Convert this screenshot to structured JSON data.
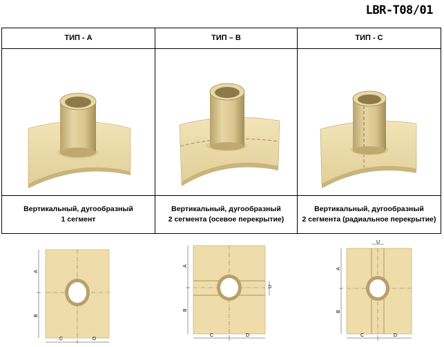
{
  "code": "LBR-T08/01",
  "columns": [
    {
      "header": "ТИП - А",
      "caption_line1": "Вертикальный, дугообразный",
      "caption_line2": "1 сегмент"
    },
    {
      "header": "ТИП – В",
      "caption_line1": "Вертикальный, дугообразный",
      "caption_line2": "2 сегмента (осевое перекрытие)"
    },
    {
      "header": "ТИП - С",
      "caption_line1": "Вертикальный, дугообразный",
      "caption_line2": "2 сегмента (радиальное перекрытие)"
    }
  ],
  "dim_labels": {
    "a": "A",
    "b": "B",
    "c": "C",
    "d": "D",
    "u": "U"
  },
  "colors": {
    "panel": "#EAD9A6",
    "panel_dark": "#C9B57E",
    "pipe": "#DCCB95",
    "pipe_dark": "#A8935E"
  }
}
